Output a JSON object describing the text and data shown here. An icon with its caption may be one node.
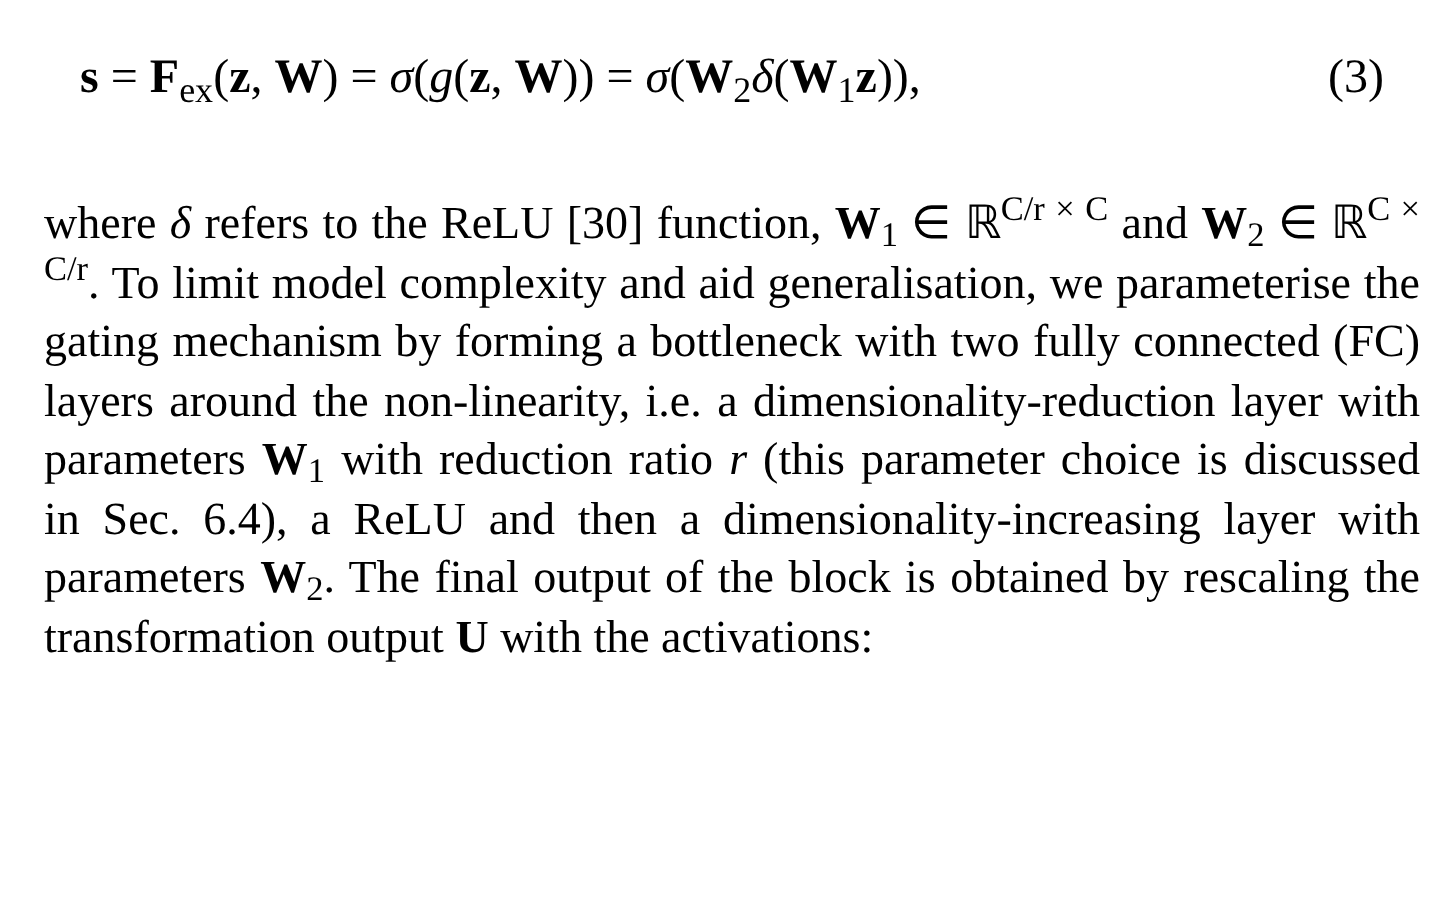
{
  "diagram": {
    "labels": [
      "**s** = **F**$_{ex}$(**z**, **W**) = *σ*(*g*(**z**, **W**)) = *σ*(**W**$_{2}$*δ*(**W**$_{1}$**z**)),",
      "(3)",
      "where *δ* refers to the ReLU [30] function, **W**$_{1}$ ∈ ℝ$^{C/r × C}$ and **W**$_{2}$ ∈ ℝ$^{C × C/r}$. To limit model complexity and aid generalisation, we parameterise the gating mechanism by forming a bottleneck with two fully connected (FC) layers around the non-linearity, i.e. a dimensionality-reduction layer with parameters **W**$_{1}$ with reduction ratio *r* (this parameter choice is discussed in Sec. 6.4), a ReLU and then a dimensionality-increasing layer with parameters **W**$_{2}$. The final output of the block is obtained by rescaling the transformation output **U** with the activations:"
    ]
  }
}
